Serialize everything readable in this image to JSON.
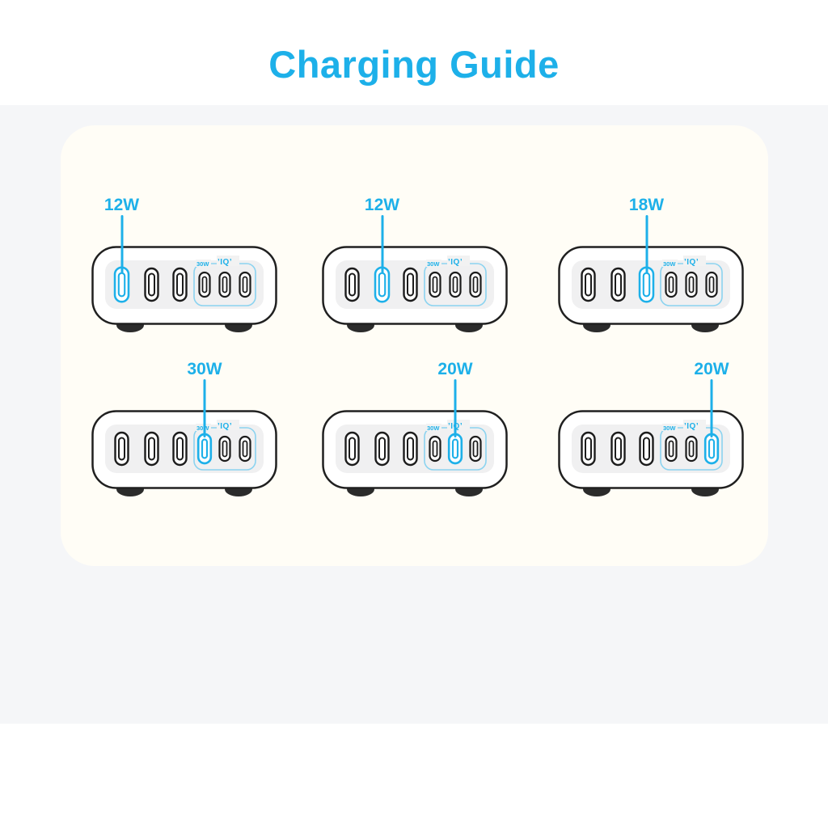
{
  "title": "Charging Guide",
  "colors": {
    "accent": "#1db0e9",
    "group_outline": "#8bd3f0",
    "card_bg": "#fffdf6",
    "band_bg": "#f5f6f8"
  },
  "group": {
    "max_label": "30W",
    "iq_label": "’IQ’"
  },
  "devices": [
    {
      "wattage": "12W",
      "highlighted_port": 1
    },
    {
      "wattage": "12W",
      "highlighted_port": 2
    },
    {
      "wattage": "18W",
      "highlighted_port": 3
    },
    {
      "wattage": "30W",
      "highlighted_port": 4
    },
    {
      "wattage": "20W",
      "highlighted_port": 5
    },
    {
      "wattage": "20W",
      "highlighted_port": 6
    }
  ]
}
